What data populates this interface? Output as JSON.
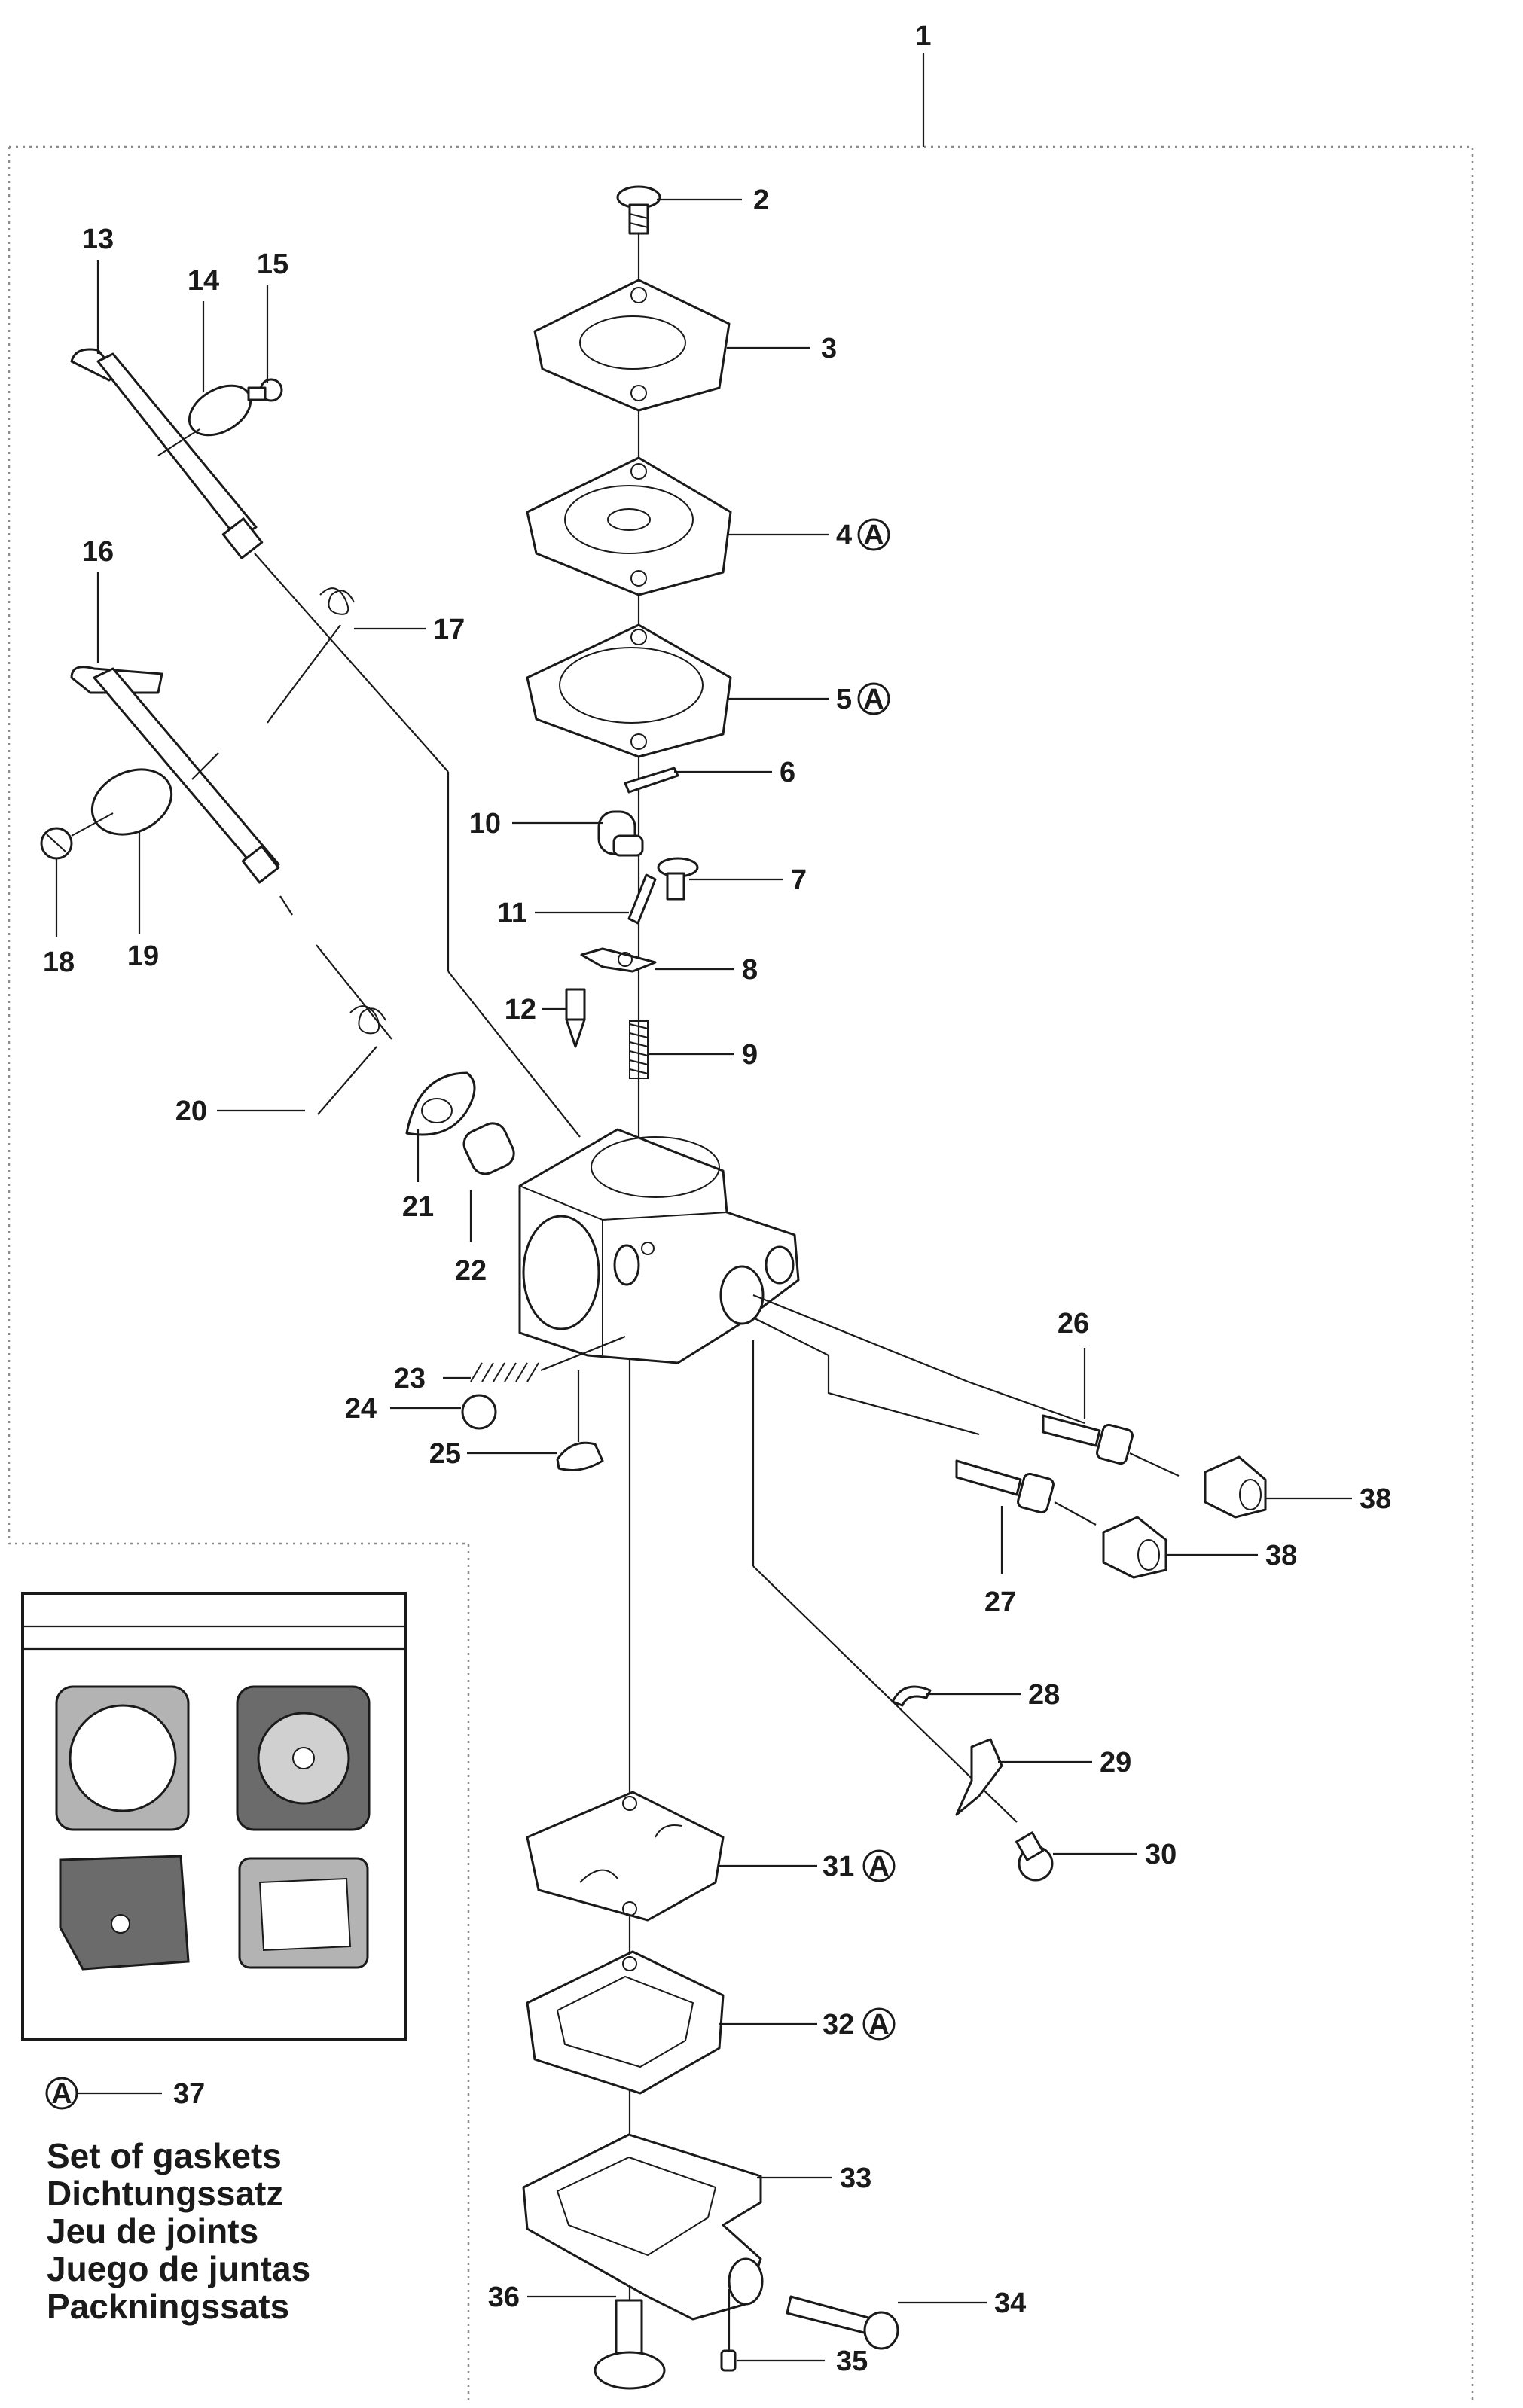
{
  "callouts": [
    {
      "id": "c1",
      "label": "1"
    },
    {
      "id": "c2",
      "label": "2"
    },
    {
      "id": "c3",
      "label": "3"
    },
    {
      "id": "c4",
      "label": "4"
    },
    {
      "id": "c5",
      "label": "5"
    },
    {
      "id": "c6",
      "label": "6"
    },
    {
      "id": "c7",
      "label": "7"
    },
    {
      "id": "c8",
      "label": "8"
    },
    {
      "id": "c9",
      "label": "9"
    },
    {
      "id": "c10",
      "label": "10"
    },
    {
      "id": "c11",
      "label": "11"
    },
    {
      "id": "c12",
      "label": "12"
    },
    {
      "id": "c13",
      "label": "13"
    },
    {
      "id": "c14",
      "label": "14"
    },
    {
      "id": "c15",
      "label": "15"
    },
    {
      "id": "c16",
      "label": "16"
    },
    {
      "id": "c17",
      "label": "17"
    },
    {
      "id": "c18",
      "label": "18"
    },
    {
      "id": "c19",
      "label": "19"
    },
    {
      "id": "c20",
      "label": "20"
    },
    {
      "id": "c21",
      "label": "21"
    },
    {
      "id": "c22",
      "label": "22"
    },
    {
      "id": "c23",
      "label": "23"
    },
    {
      "id": "c24",
      "label": "24"
    },
    {
      "id": "c25",
      "label": "25"
    },
    {
      "id": "c26",
      "label": "26"
    },
    {
      "id": "c27",
      "label": "27"
    },
    {
      "id": "c28",
      "label": "28"
    },
    {
      "id": "c29",
      "label": "29"
    },
    {
      "id": "c30",
      "label": "30"
    },
    {
      "id": "c31",
      "label": "31"
    },
    {
      "id": "c32",
      "label": "32"
    },
    {
      "id": "c33",
      "label": "33"
    },
    {
      "id": "c34",
      "label": "34"
    },
    {
      "id": "c35",
      "label": "35"
    },
    {
      "id": "c36",
      "label": "36"
    },
    {
      "id": "c37",
      "label": "37"
    },
    {
      "id": "c38a",
      "label": "38"
    },
    {
      "id": "c38b",
      "label": "38"
    }
  ],
  "kit_marker": "A",
  "kit_label": "37",
  "kit_names": [
    "Set of gaskets",
    "Dichtungssatz",
    "Jeu de joints",
    "Juego de juntas",
    "Packningssats"
  ]
}
